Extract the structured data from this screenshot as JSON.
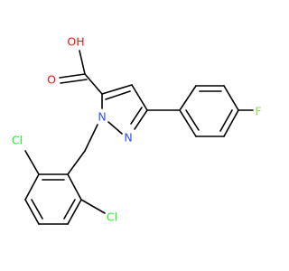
{
  "molecule": {
    "atoms": {
      "O1": {
        "label": "O",
        "color": "#ff0d0d"
      },
      "OH": {
        "label": "OH",
        "color": "#ff0d0d"
      },
      "N1": {
        "label": "N",
        "color": "#3050f8"
      },
      "N2": {
        "label": "N",
        "color": "#3050f8"
      },
      "F": {
        "label": "F",
        "color": "#90e050"
      },
      "Cl1": {
        "label": "Cl",
        "color": "#1ff01f"
      },
      "Cl2": {
        "label": "Cl",
        "color": "#1ff01f"
      }
    },
    "bond_color": "#000000"
  }
}
